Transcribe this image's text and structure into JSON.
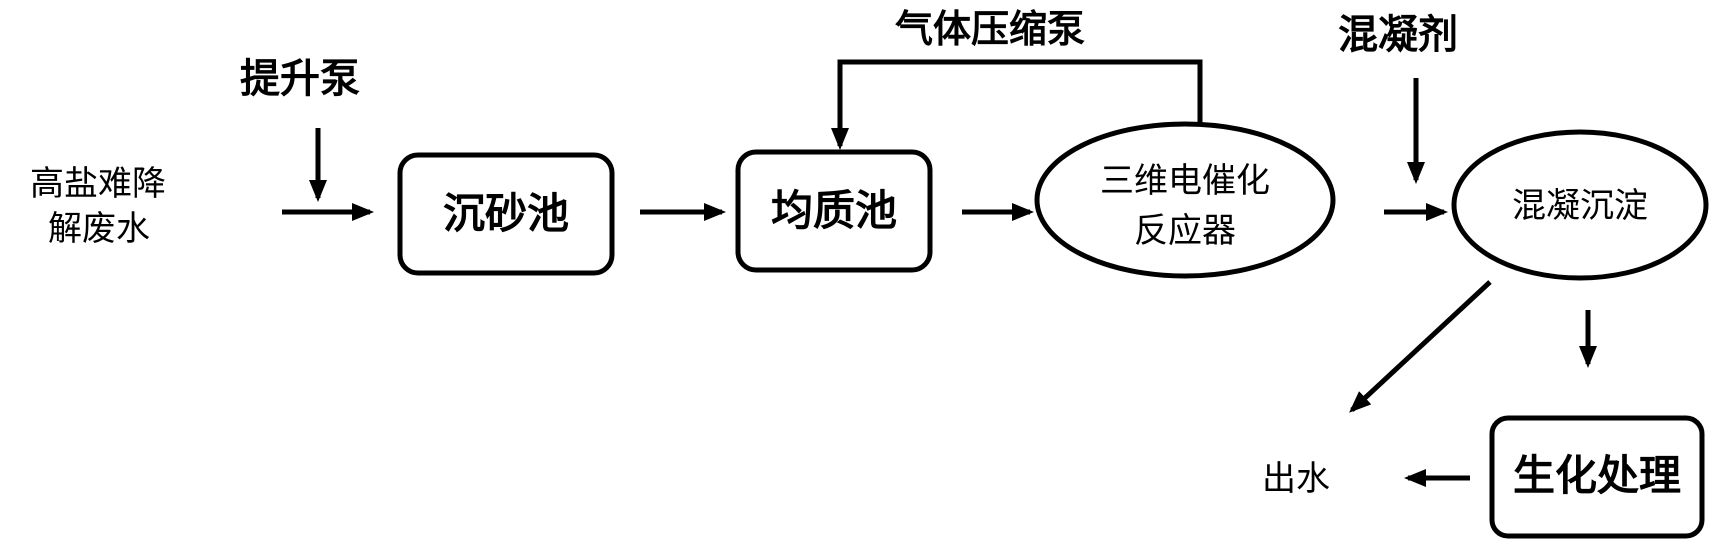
{
  "nodes": {
    "input_line1": "高盐难降",
    "input_line2": "解废水",
    "grit_chamber": "沉砂池",
    "equalization_tank": "均质池",
    "reactor_line1": "三维电催化",
    "reactor_line2": "反应器",
    "coag_sedimentation": "混凝沉淀",
    "biochemical": "生化处理",
    "effluent": "出水"
  },
  "labels": {
    "lift_pump": "提升泵",
    "gas_compressor": "气体压缩泵",
    "coagulant": "混凝剂"
  }
}
